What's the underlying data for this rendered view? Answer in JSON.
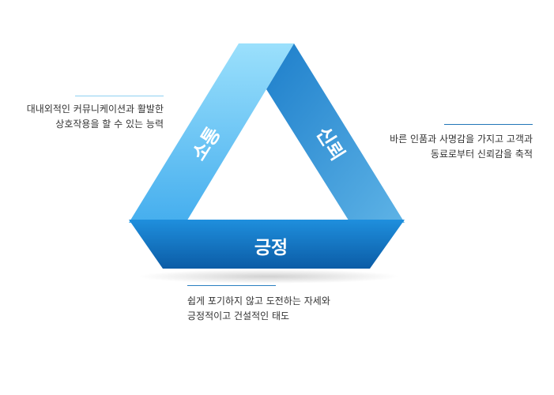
{
  "diagram": {
    "segments": {
      "left": {
        "label": "소통",
        "color_light": "#8fdcfb",
        "color_dark": "#4ab2ef"
      },
      "right": {
        "label": "신뢰",
        "color_light": "#2b8fd6",
        "color_dark": "#58aee3"
      },
      "bottom": {
        "label": "긍정",
        "color_light": "#1a87d8",
        "color_dark": "#0e63ad"
      }
    },
    "descriptions": {
      "left": {
        "lines": [
          "대내외적인 커뮤니케이션과 활발한",
          "상호작용을 할 수 있는 능력"
        ]
      },
      "right": {
        "lines": [
          "바른 인품과 사명감을 가지고 고객과",
          "동료로부터 신뢰감을 축적"
        ]
      },
      "bottom": {
        "lines": [
          "쉽게 포기하지 않고 도전하는 자세와",
          "긍정적이고 건설적인 태도"
        ]
      }
    }
  }
}
